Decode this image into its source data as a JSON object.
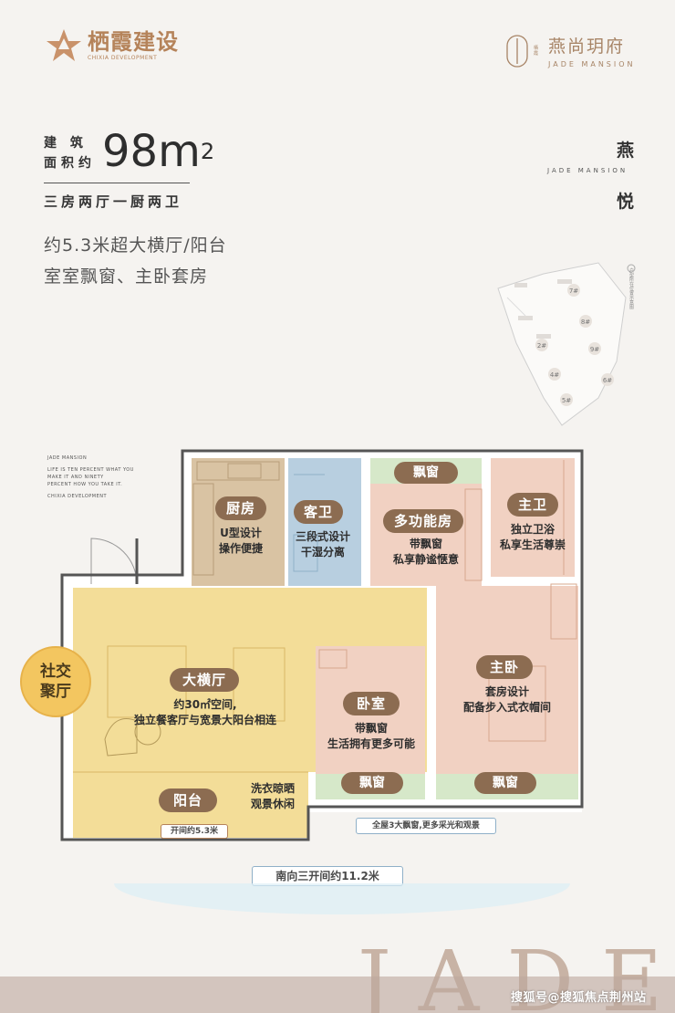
{
  "brand_left": {
    "name": "栖霞建设",
    "sub": "CHIXIA DEVELOPMENT"
  },
  "brand_right": {
    "tiny": "栖霞",
    "name": "燕尚玥府",
    "en": "JADE MANSION"
  },
  "area": {
    "label_line1": "建 筑",
    "label_line2": "面积约",
    "value": "98m",
    "sup": "2"
  },
  "layout_type": "三房两厅一厨两卫",
  "features": [
    "约5.3米超大横厅/阳台",
    "室室飘窗、主卧套房"
  ],
  "side": {
    "char_top": "燕",
    "char_bottom": "悦",
    "en": "JADE MANSION",
    "map_caption": "户型所在位置示意图"
  },
  "map_buildings": [
    "7#",
    "8#",
    "9#",
    "2#",
    "4#",
    "5#",
    "6#"
  ],
  "slogan_lines": [
    "JADE MANSION",
    "LIFE IS TEN PERCENT WHAT YOU",
    "MAKE IT AND NINETY",
    "PERCENT HOW YOU TAKE IT.",
    "CHIXIA DEVELOPMENT"
  ],
  "rooms": {
    "kitchen": {
      "name": "厨房",
      "desc": [
        "U型设计",
        "操作便捷"
      ]
    },
    "guest_bath": {
      "name": "客卫",
      "desc": [
        "三段式设计",
        "干湿分离"
      ]
    },
    "multi_room": {
      "name": "多功能房",
      "window": "飘窗",
      "desc": [
        "带飘窗",
        "私享静谧惬意"
      ]
    },
    "master_bath": {
      "name": "主卫",
      "desc": [
        "独立卫浴",
        "私享生活尊崇"
      ]
    },
    "living": {
      "name": "大横厅",
      "desc": [
        "约30㎡空间,",
        "独立餐客厅与宽景大阳台相连"
      ]
    },
    "bedroom": {
      "name": "卧室",
      "window": "飘窗",
      "desc": [
        "带飘窗",
        "生活拥有更多可能"
      ]
    },
    "master": {
      "name": "主卧",
      "window": "飘窗",
      "desc": [
        "套房设计",
        "配备步入式衣帽间"
      ]
    },
    "balcony": {
      "name": "阳台",
      "desc": [
        "洗衣晾晒",
        "观景休闲"
      ],
      "width": "开间约5.3米"
    }
  },
  "social_badge": [
    "社交",
    "聚厅"
  ],
  "bay_note": "全屋3大飘窗,更多采光和观景",
  "south_width": "南向三开间约11.2米",
  "jade_big": "JADE",
  "watermark": "搜狐号@搜狐焦点荆州站",
  "colors": {
    "accent": "#8c6c51",
    "living": "#f3dd98",
    "kitchen": "#d9c3a3",
    "bath": "#b8cfe0",
    "room": "#f1d1c2",
    "window": "#d6e8c9"
  }
}
